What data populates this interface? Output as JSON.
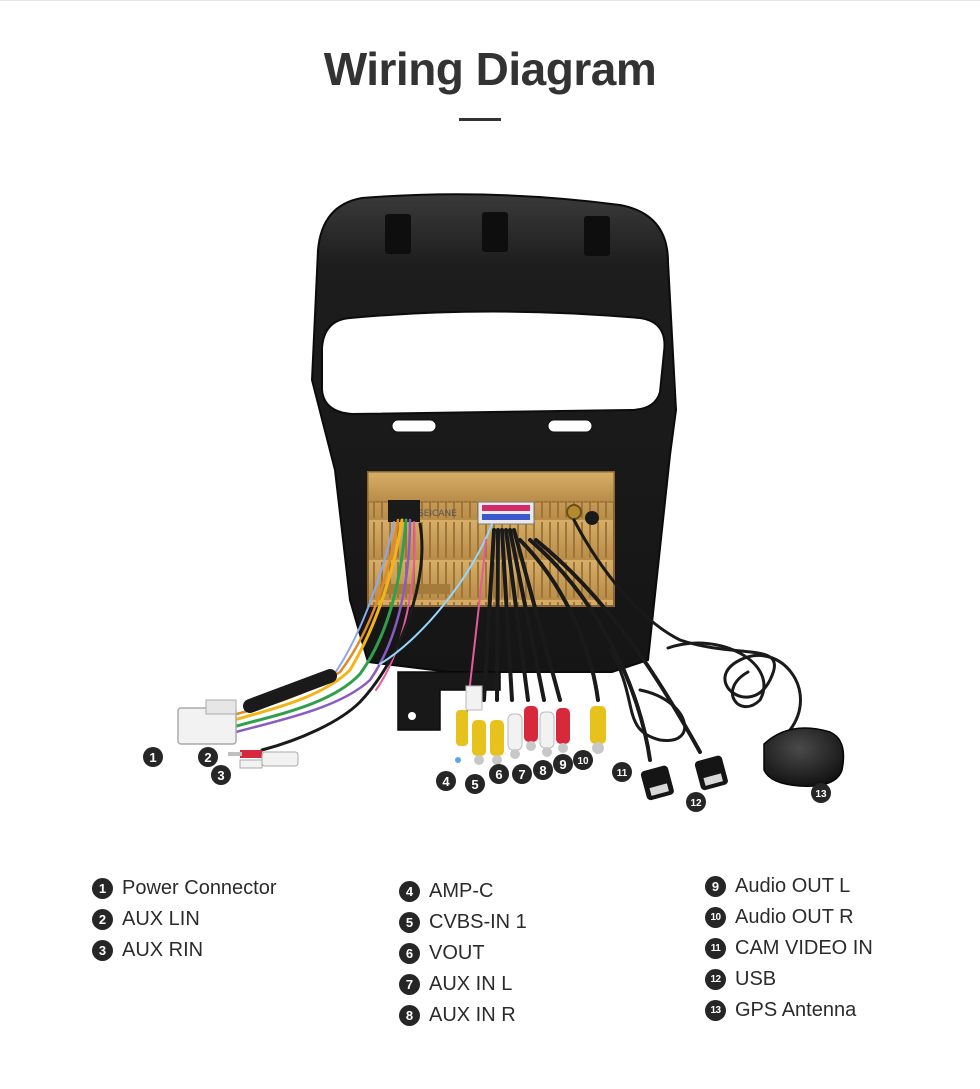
{
  "header": {
    "title": "Wiring Diagram"
  },
  "unit": {
    "brand_text": "SEICANE"
  },
  "callouts": [
    "1",
    "2",
    "3",
    "4",
    "5",
    "6",
    "7",
    "8",
    "9",
    "10",
    "11",
    "12",
    "13"
  ],
  "legend": {
    "col1": [
      {
        "num": "1",
        "label": "Power Connector"
      },
      {
        "num": "2",
        "label": "AUX LIN"
      },
      {
        "num": "3",
        "label": "AUX RIN"
      }
    ],
    "col2": [
      {
        "num": "4",
        "label": "AMP-C"
      },
      {
        "num": "5",
        "label": "CVBS-IN 1"
      },
      {
        "num": "6",
        "label": "VOUT"
      },
      {
        "num": "7",
        "label": "AUX IN L"
      },
      {
        "num": "8",
        "label": "AUX IN R"
      }
    ],
    "col3": [
      {
        "num": "9",
        "label": "Audio OUT L"
      },
      {
        "num": "10",
        "label": "Audio OUT R"
      },
      {
        "num": "11",
        "label": "CAM VIDEO IN"
      },
      {
        "num": "12",
        "label": "USB"
      },
      {
        "num": "13",
        "label": "GPS Antenna"
      }
    ]
  },
  "colors": {
    "frame": "#1c1c1c",
    "unit_body": "#c79a55",
    "badge": "#262626",
    "rca_yellow": "#e8c21c",
    "rca_white": "#f2f2f2",
    "rca_red": "#d8283c",
    "cable": "#1a1a1a"
  }
}
